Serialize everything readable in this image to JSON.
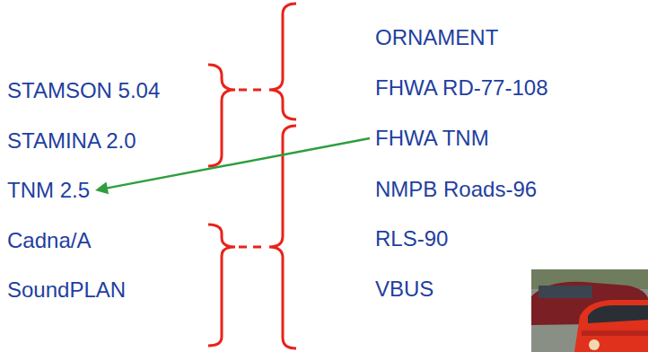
{
  "diagram": {
    "nodes": [
      {
        "text": [
          "STAMSON 5.04"
        ]
      },
      {
        "text": [
          "STAMINA 2.0"
        ]
      },
      {
        "text": [
          "TNM 2.5"
        ]
      },
      {
        "text": [
          "Cadna/A"
        ]
      },
      {
        "text": [
          "SoundPLAN"
        ]
      },
      {
        "text": [
          "ORNAMENT"
        ]
      },
      {
        "text": [
          "FHWA RD-77-108"
        ]
      },
      {
        "text": [
          "FHWA TNM"
        ]
      },
      {
        "text": [
          "NMPB Roads-96"
        ]
      },
      {
        "text": [
          "RLS-90"
        ]
      },
      {
        "text": [
          "VBUS"
        ]
      }
    ],
    "edges": [
      {
        "from": 7,
        "to": 2,
        "arrow": "to"
      }
    ]
  }
}
